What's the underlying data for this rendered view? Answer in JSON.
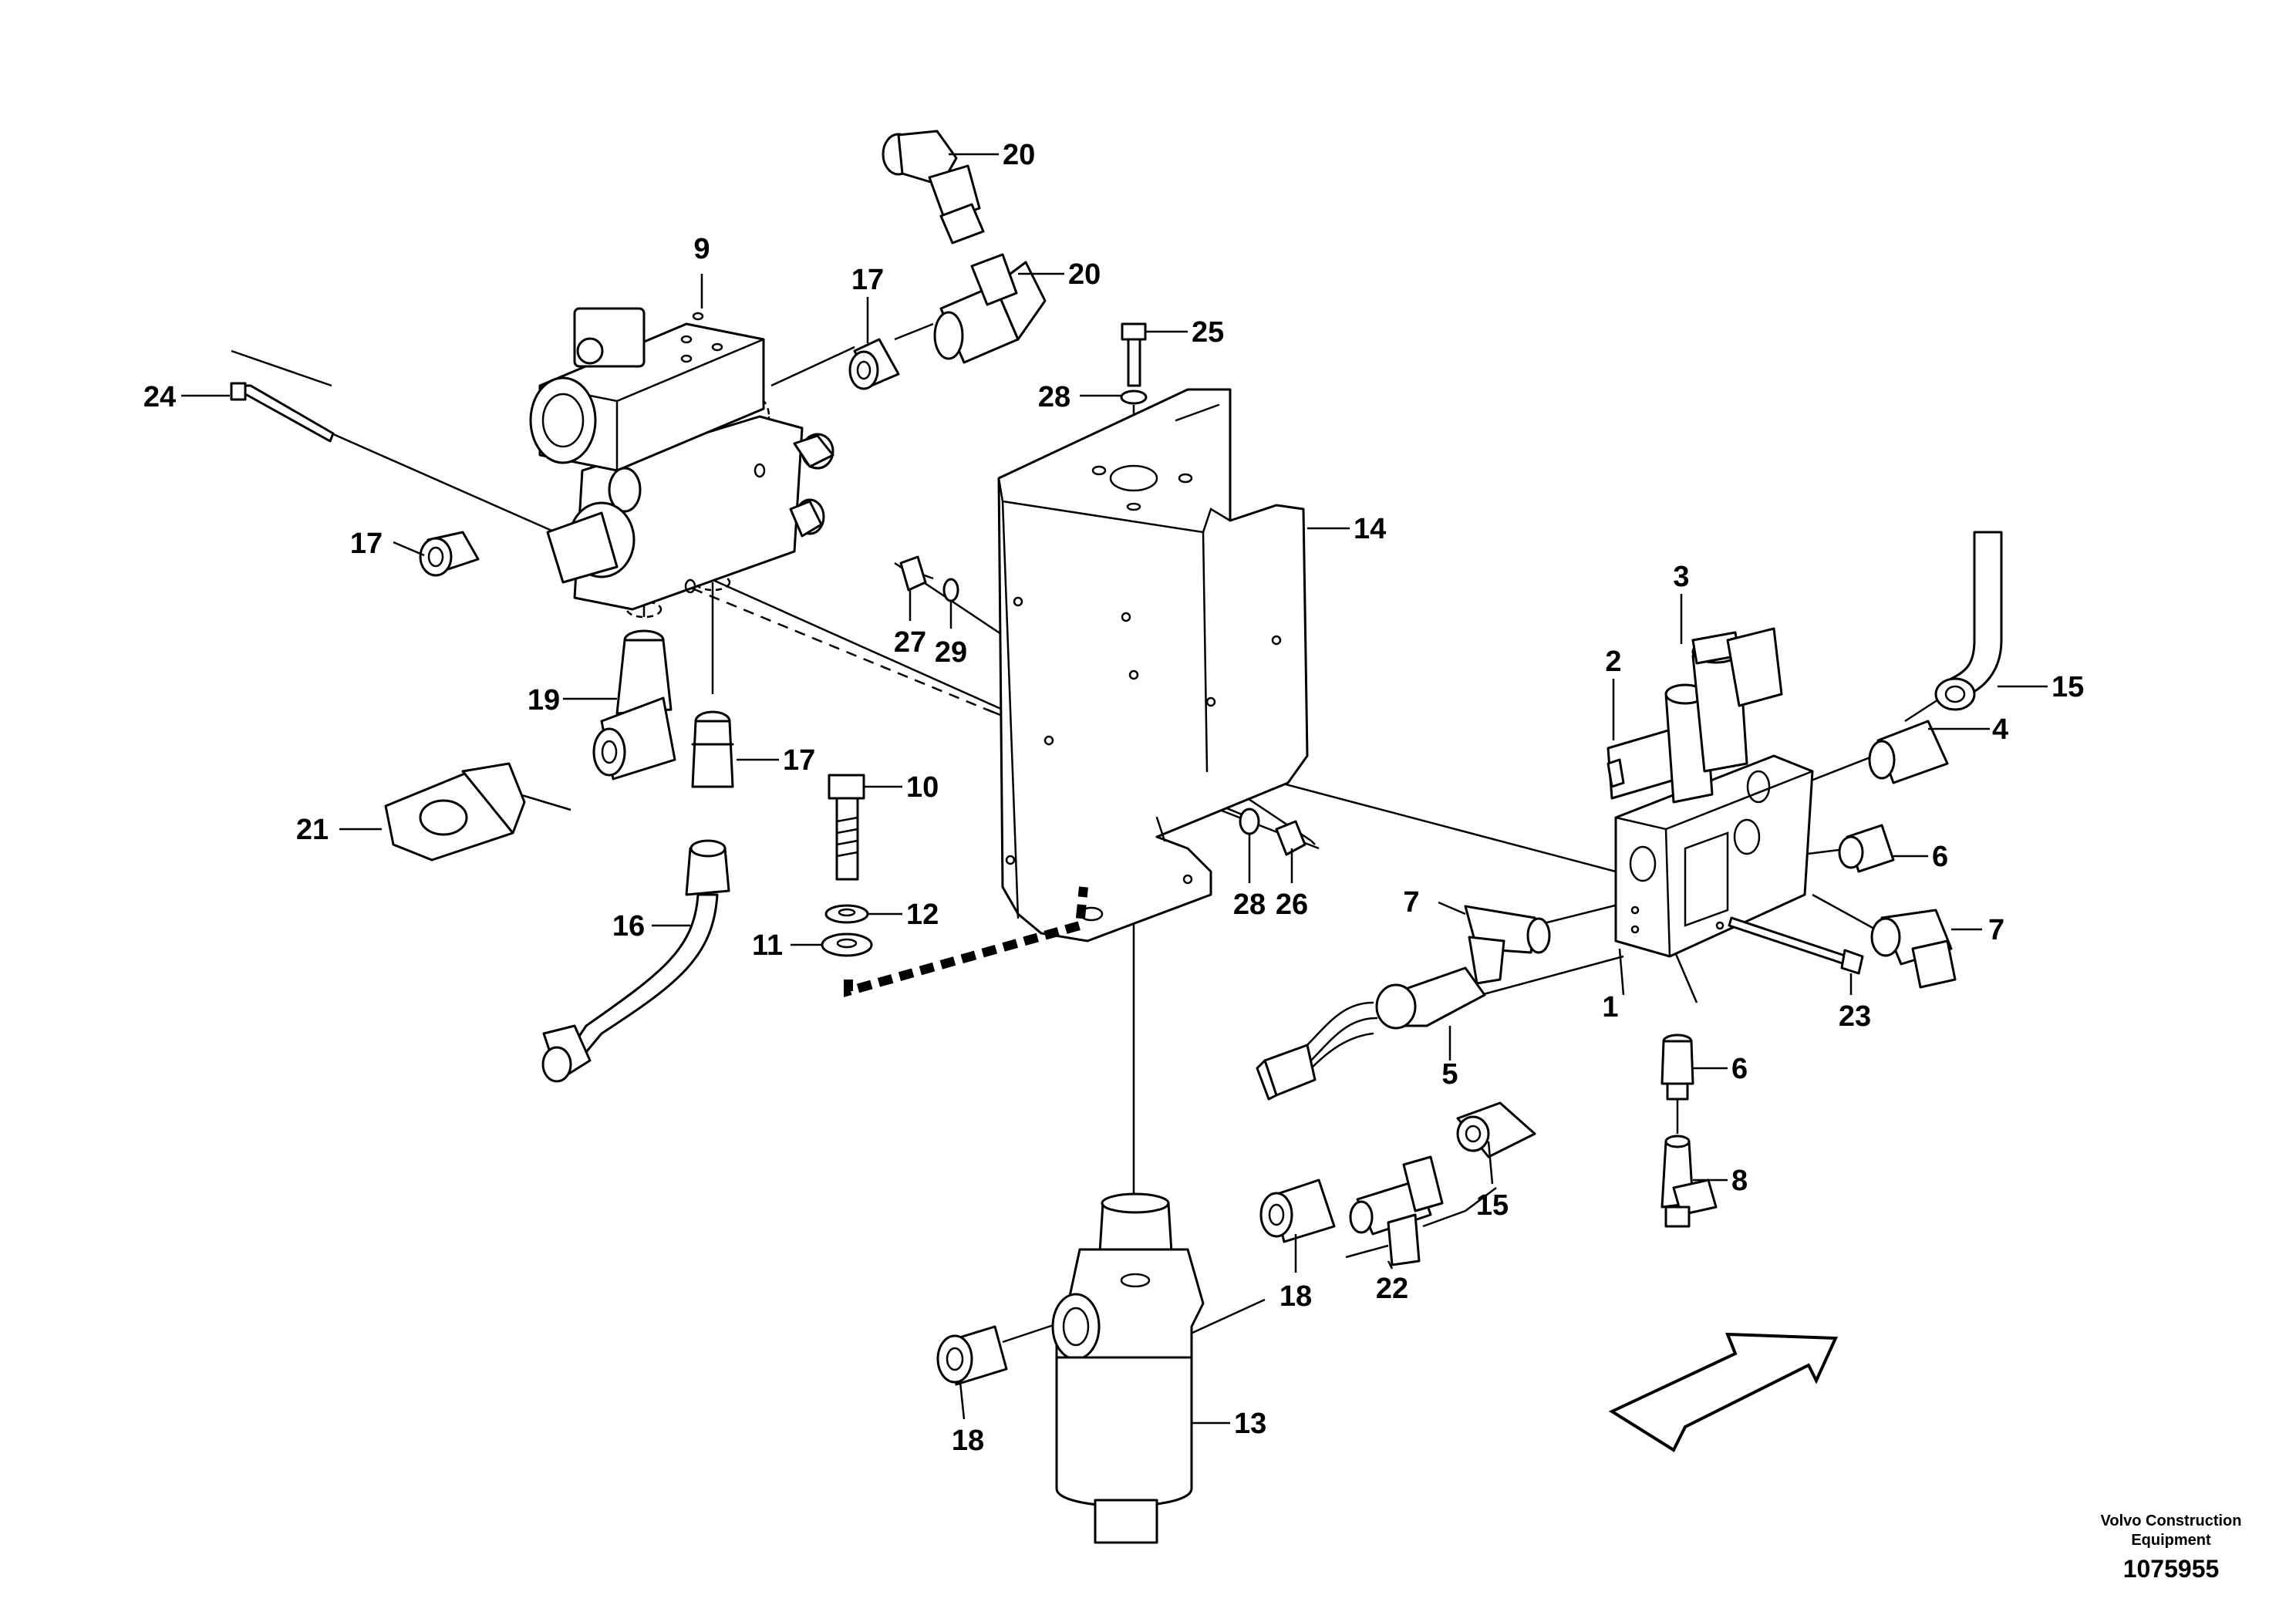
{
  "callouts": {
    "c1": "1",
    "c2": "2",
    "c3": "3",
    "c4": "4",
    "c5": "5",
    "c6a": "6",
    "c6b": "6",
    "c7a": "7",
    "c7b": "7",
    "c8": "8",
    "c9": "9",
    "c10": "10",
    "c11": "11",
    "c12": "12",
    "c13": "13",
    "c14": "14",
    "c15a": "15",
    "c15b": "15",
    "c16": "16",
    "c17a": "17",
    "c17b": "17",
    "c17c": "17",
    "c18a": "18",
    "c18b": "18",
    "c19": "19",
    "c20a": "20",
    "c20b": "20",
    "c21": "21",
    "c22": "22",
    "c23": "23",
    "c24": "24",
    "c25": "25",
    "c26": "26",
    "c27": "27",
    "c28a": "28",
    "c28b": "28",
    "c29": "29"
  },
  "footer": {
    "company_line1": "Volvo Construction",
    "company_line2": "Equipment",
    "drawing_number": "1075955"
  }
}
